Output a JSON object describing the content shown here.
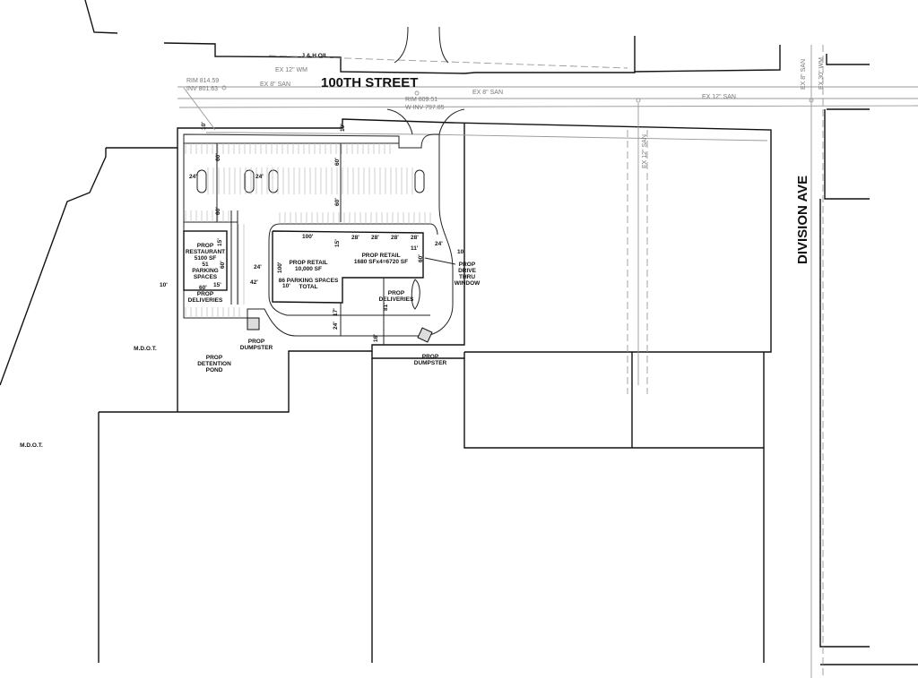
{
  "streets": {
    "north": "100TH STREET",
    "east": "DIVISION AVE"
  },
  "neighbors": {
    "north_lot": "J & H OIL",
    "mdot_1": "M.D.O.T.",
    "mdot_2": "M.D.O.T."
  },
  "utilities": {
    "wm_12": "EX 12\" WM",
    "san_8": "EX 8\" SAN",
    "san_8_b": "EX 8\" SAN",
    "san_12": "EX 12\" SAN",
    "san_12_v": "EX 12\" SAN",
    "san_8_v": "EX 8\" SAN",
    "wm_30_v": "EX 30\" WM",
    "rim1": "RIM 814.59",
    "inv1": "INV 801.63",
    "rim2": "RIM 809.51",
    "inv2": "W INV 797.85"
  },
  "buildings": {
    "restaurant": [
      "PROP",
      "RESTAURANT",
      "5100 SF",
      "51",
      "PARKING",
      "SPACES"
    ],
    "retail_main": [
      "PROP RETAIL",
      "10,000 SF"
    ],
    "parking_total": [
      "86 PARKING SPACES",
      "TOTAL"
    ],
    "retail_strip": [
      "PROP RETAIL",
      "1680 SFx4=6720 SF"
    ],
    "deliveries_1": [
      "PROP",
      "DELIVERIES"
    ],
    "deliveries_2": [
      "PROP",
      "DELIVERIES"
    ],
    "dumpster_1": [
      "PROP",
      "DUMPSTER"
    ],
    "dumpster_2": [
      "PROP",
      "DUMPSTER"
    ],
    "detention": [
      "PROP",
      "DETENTION",
      "POND"
    ],
    "drive_thru": [
      "PROP",
      "DRIVE",
      "THRU",
      "WINDOW"
    ]
  },
  "dimensions": {
    "d10a": "10'",
    "d10b": "10'",
    "d60a": "60'",
    "d60b": "60'",
    "d60c": "60'",
    "d60d": "60'",
    "d24a": "24'",
    "d24b": "24'",
    "d24c": "24'",
    "d24d": "24'",
    "d24e": "24'",
    "d15a": "15'",
    "d15b": "15'",
    "d15c": "15'",
    "d60e": "60'",
    "d60f": "60'",
    "d42": "42'",
    "d100a": "100'",
    "d100b": "100'",
    "d10c": "10'",
    "d10d": "10'",
    "d10e": "10'",
    "d28a": "28'",
    "d28b": "28'",
    "d28c": "28'",
    "d28d": "28'",
    "d11": "11'",
    "d60g": "60'",
    "d17": "17'",
    "d81": "81'",
    "d16": "16'"
  }
}
